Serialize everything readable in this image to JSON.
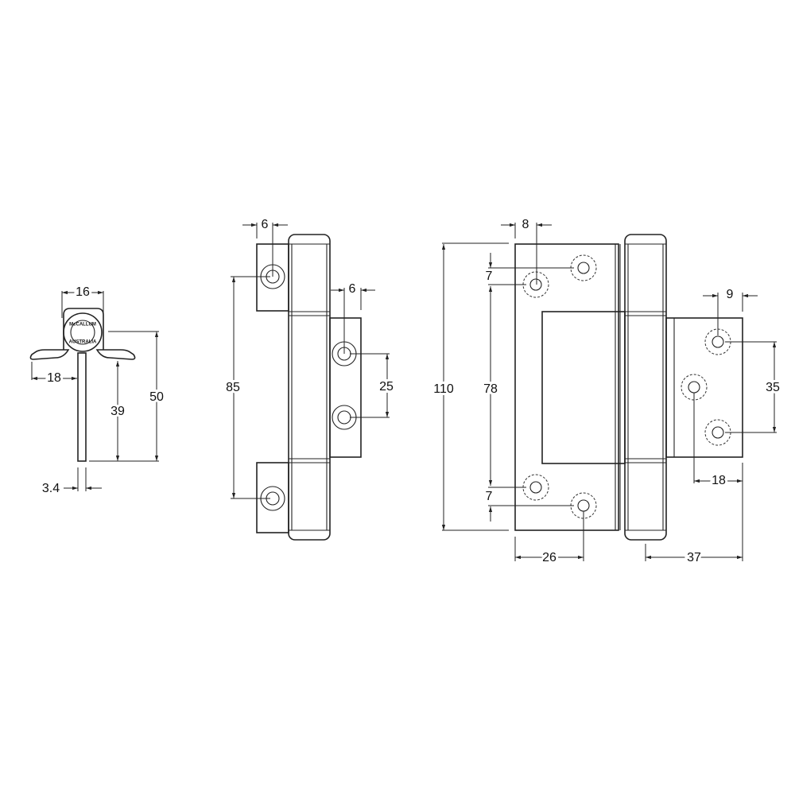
{
  "title": "Hinge dimension drawing",
  "logo": {
    "line1": "McCALLUM",
    "line2": "AUSTRALIA"
  },
  "side_view": {
    "width_barrel": "16",
    "flange": "18",
    "height_leaf": "39",
    "height_total": "50",
    "thickness": "3.4"
  },
  "front_view": {
    "edge_hole": "6",
    "hole_span": "85",
    "right_edge_hole": "6",
    "right_hole_span": "25"
  },
  "open_view": {
    "height": "110",
    "edge_top": "8",
    "offset_top": "7",
    "hole_span": "78",
    "offset_bottom": "7",
    "hole_x": "26",
    "right_edge": "9",
    "right_hole_span": "35",
    "right_hole_x": "18",
    "right_width": "37"
  }
}
